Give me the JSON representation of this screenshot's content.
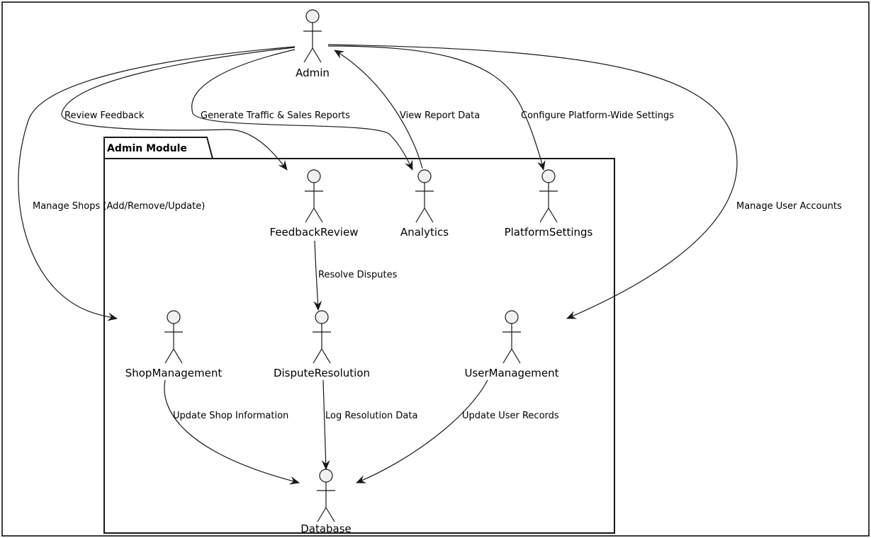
{
  "package": {
    "title": "Admin Module"
  },
  "actors": {
    "admin": "Admin",
    "feedback_review": "FeedbackReview",
    "analytics": "Analytics",
    "platform_settings": "PlatformSettings",
    "shop_management": "ShopManagement",
    "dispute_resolution": "DisputeResolution",
    "user_management": "UserManagement",
    "database": "Database"
  },
  "edges": {
    "review_feedback": "Review Feedback",
    "generate_reports": "Generate Traffic & Sales Reports",
    "view_report_data": "View Report Data",
    "configure_settings": "Configure Platform-Wide Settings",
    "manage_shops": "Manage Shops (Add/Remove/Update)",
    "manage_user_accounts": "Manage User Accounts",
    "resolve_disputes": "Resolve Disputes",
    "update_shop_info": "Update Shop Information",
    "log_resolution_data": "Log Resolution Data",
    "update_user_records": "Update User Records"
  }
}
